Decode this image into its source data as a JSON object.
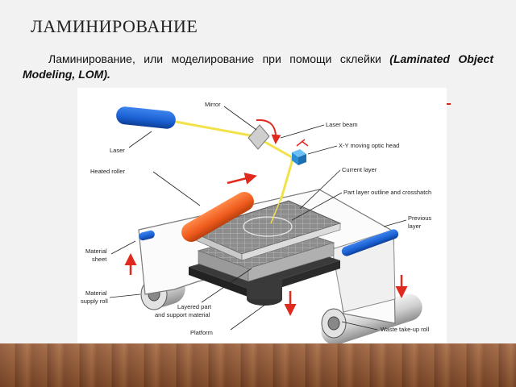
{
  "slide": {
    "title": "ЛАМИНИРОВАНИЕ",
    "intro_ru": "Ламинирование, или моделирование при помощи склейки ",
    "intro_en": "(Laminated Object Modeling, LOM)."
  },
  "diagram": {
    "labels": {
      "mirror": "Mirror",
      "laser": "Laser",
      "laser_beam": "Laser beam",
      "optic_head": "X-Y moving optic head",
      "current_layer": "Current layer",
      "heated_roller": "Heated roller",
      "outline": "Part layer outline and crosshatch",
      "previous_layer_1": "Previous",
      "previous_layer_2": "layer",
      "material_sheet_1": "Material",
      "material_sheet_2": "sheet",
      "supply_roll_1": "Material",
      "supply_roll_2": "supply roll",
      "layered_part_1": "Layered part",
      "layered_part_2": "and support material",
      "platform": "Platform",
      "waste_roll": "Waste take-up roll"
    }
  },
  "colors": {
    "laser_blue": "#1a5fd1",
    "roller_orange": "#ee5a1c",
    "beam_yellow": "#f2e24a",
    "arrow_red": "#e02a1d",
    "head_blue": "#2a8fd6"
  }
}
